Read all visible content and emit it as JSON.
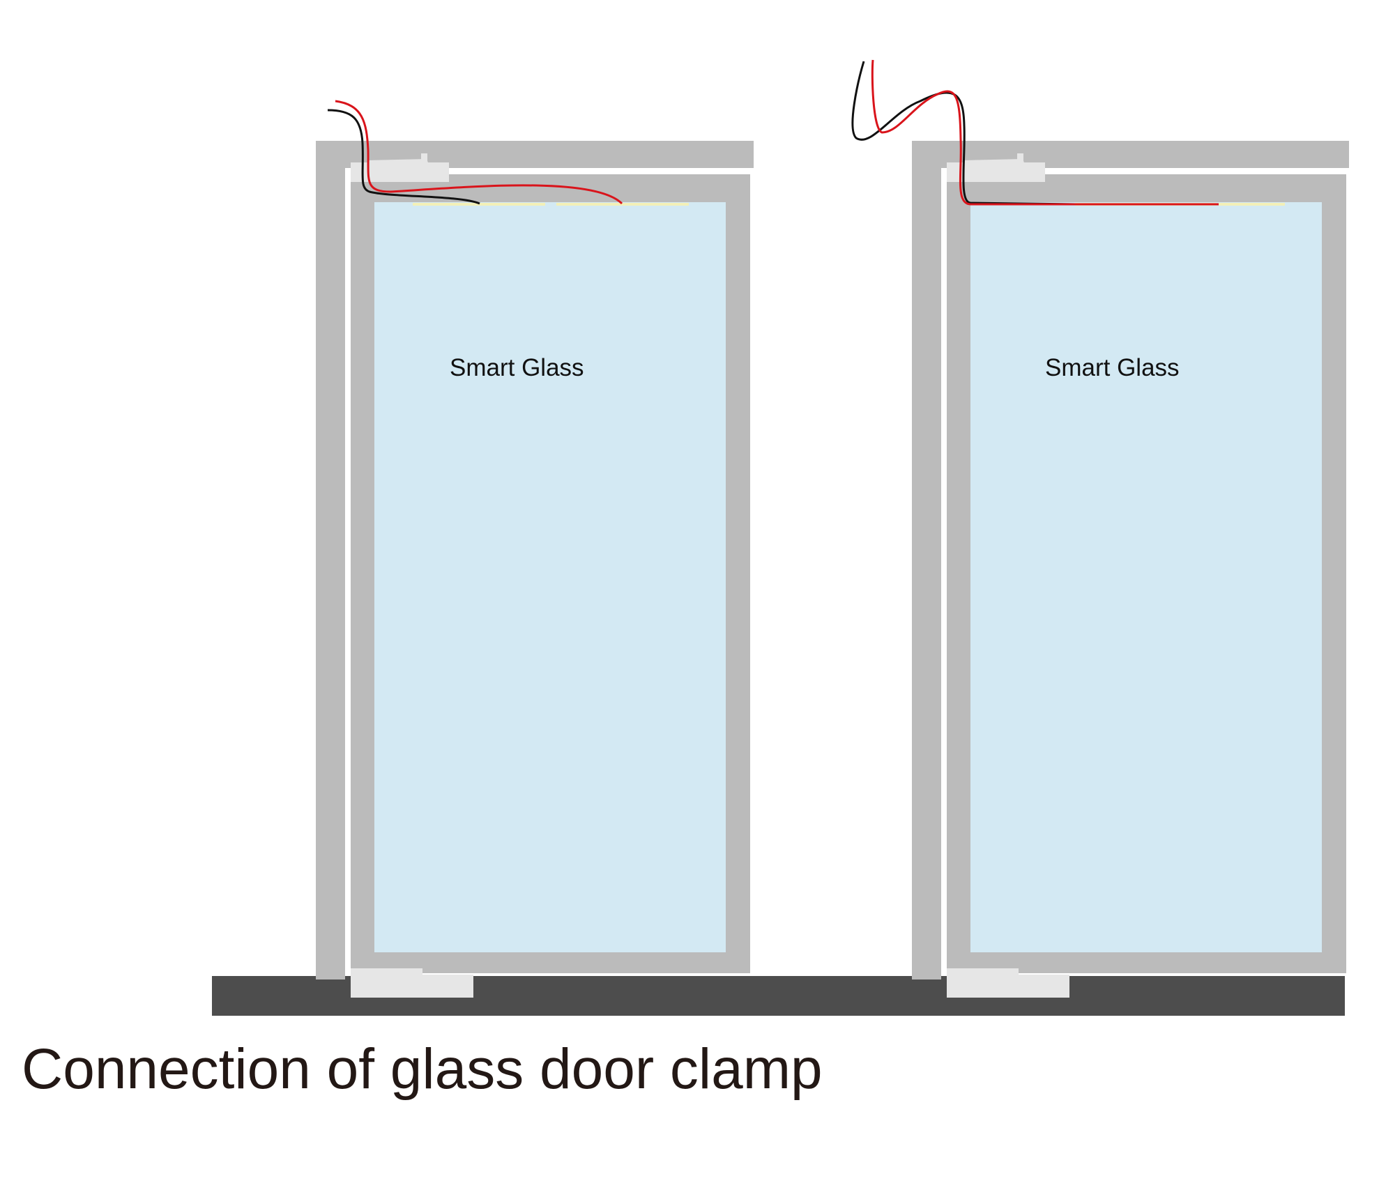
{
  "panels": [
    {
      "label": "Smart Glass"
    },
    {
      "label": "Smart Glass"
    }
  ],
  "caption": "Connection of glass door clamp",
  "colors": {
    "frame": "#bbbbbb",
    "glass": "#d3e9f3",
    "floor": "#4d4d4d",
    "clamp": "#e6e6e6",
    "busbar": "#f3f0b8",
    "wire_red": "#d9141b",
    "wire_black": "#111111"
  }
}
